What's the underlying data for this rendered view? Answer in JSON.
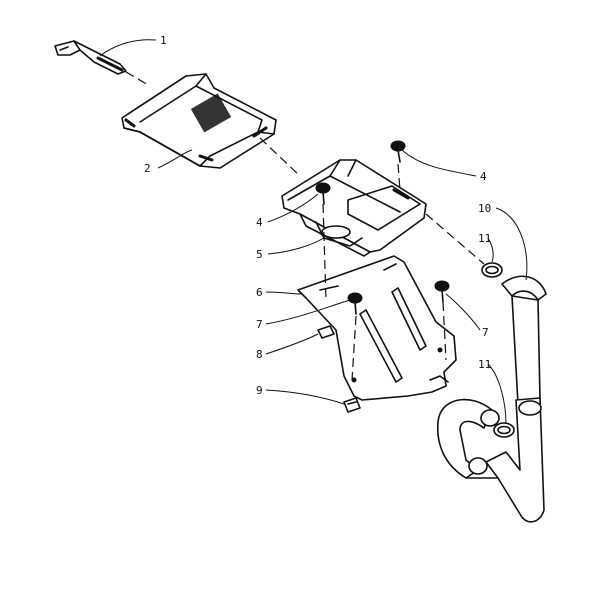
{
  "diagram": {
    "callouts": [
      {
        "id": "c1",
        "label": "1"
      },
      {
        "id": "c2",
        "label": "2"
      },
      {
        "id": "c3",
        "label": "4"
      },
      {
        "id": "c4",
        "label": "4"
      },
      {
        "id": "c5",
        "label": "5"
      },
      {
        "id": "c6",
        "label": "6"
      },
      {
        "id": "c7",
        "label": "7"
      },
      {
        "id": "c8",
        "label": "7"
      },
      {
        "id": "c9",
        "label": "8"
      },
      {
        "id": "c10",
        "label": "9"
      },
      {
        "id": "c11",
        "label": "10"
      },
      {
        "id": "c12",
        "label": "11"
      },
      {
        "id": "c13",
        "label": "11"
      }
    ]
  }
}
